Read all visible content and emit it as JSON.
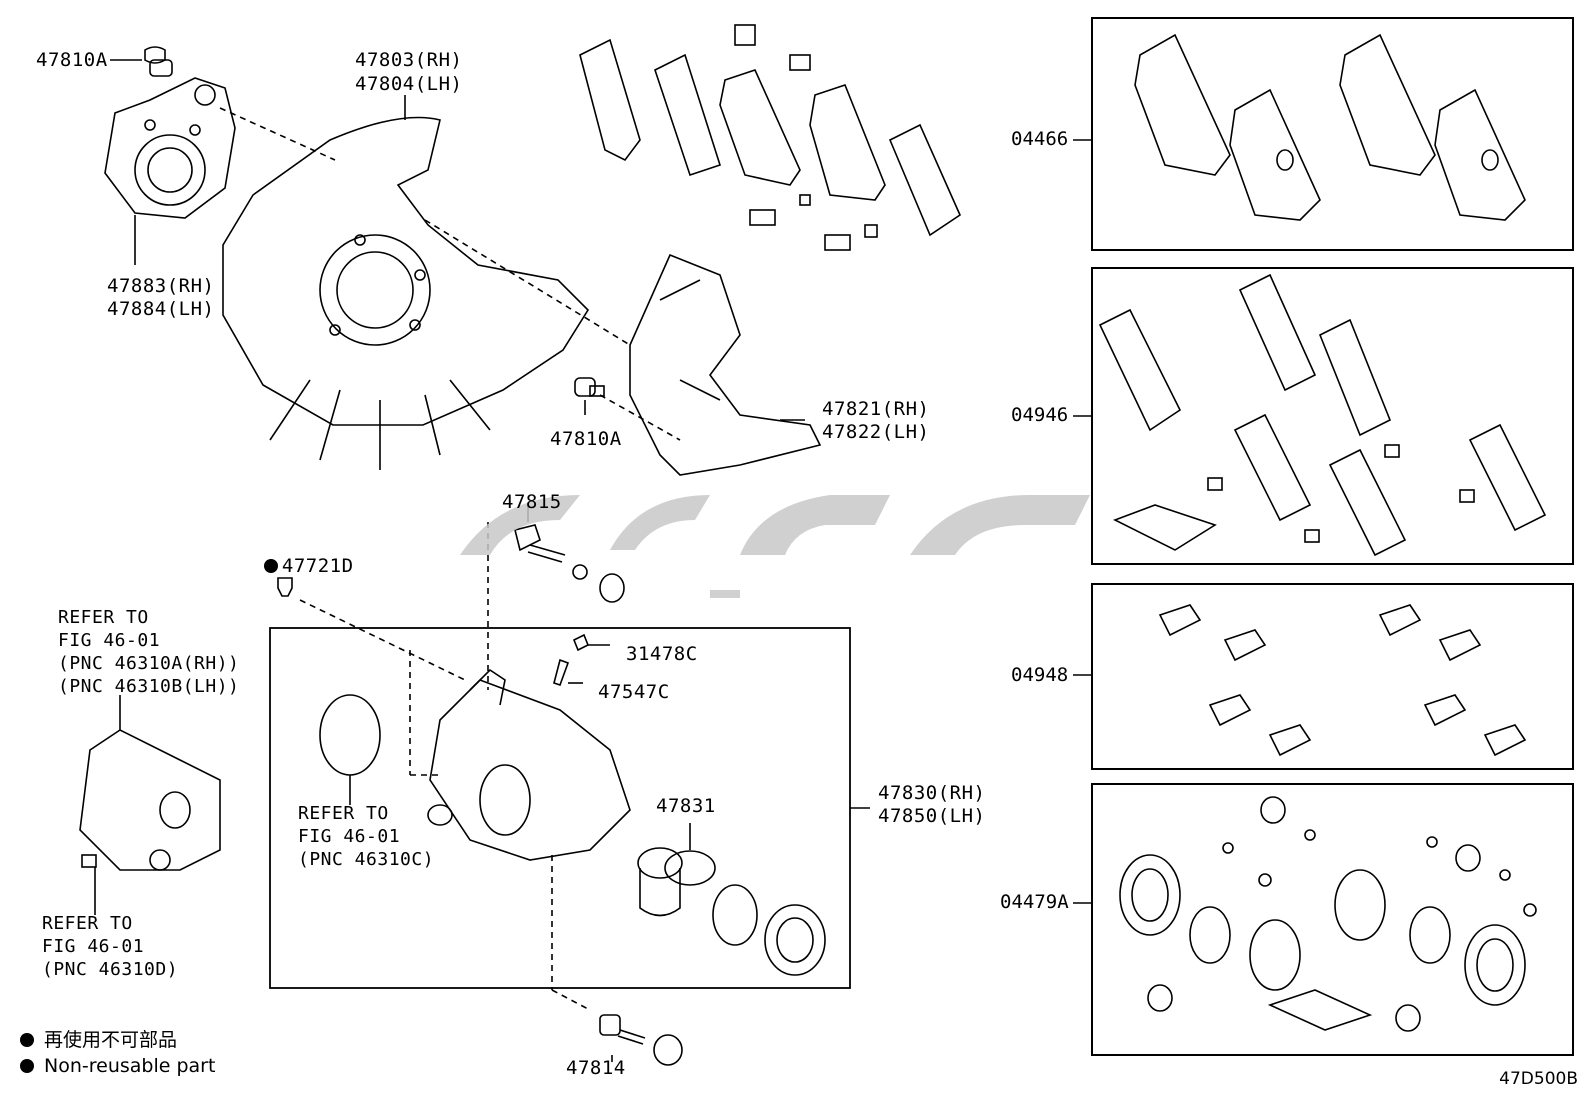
{
  "labels": {
    "p47810A_top": "47810A",
    "p47803": "47803(RH)",
    "p47804": "47804(LH)",
    "p47883": "47883(RH)",
    "p47884": "47884(LH)",
    "p47810A_mid": "47810A",
    "p47821": "47821(RH)",
    "p47822": "47822(LH)",
    "p47815": "47815",
    "p47721D": "47721D",
    "p31478C": "31478C",
    "p47547C": "47547C",
    "p47831": "47831",
    "p47830": "47830(RH)",
    "p47850": "47850(LH)",
    "p47814": "47814"
  },
  "refer_blocks": {
    "left_top": [
      "REFER TO",
      "FIG 46-01",
      "(PNC 46310A(RH))",
      "(PNC 46310B(LH))"
    ],
    "box_inner": [
      "REFER TO",
      "FIG 46-01",
      "(PNC 46310C)"
    ],
    "left_bottom": [
      "REFER TO",
      "FIG 46-01",
      "(PNC 46310D)"
    ]
  },
  "kits": [
    {
      "code": "04466"
    },
    {
      "code": "04946"
    },
    {
      "code": "04948"
    },
    {
      "code": "04479A"
    }
  ],
  "legend": {
    "jp": "再使用不可部品",
    "en": "Non-reusable part"
  },
  "doc_id": "47D500B",
  "icons": {
    "non_reusable_marker": "filled-circle-icon",
    "watermark": "watermark-logo-icon"
  },
  "colors": {
    "line": "#000000",
    "watermark": "#c8c8c8"
  }
}
